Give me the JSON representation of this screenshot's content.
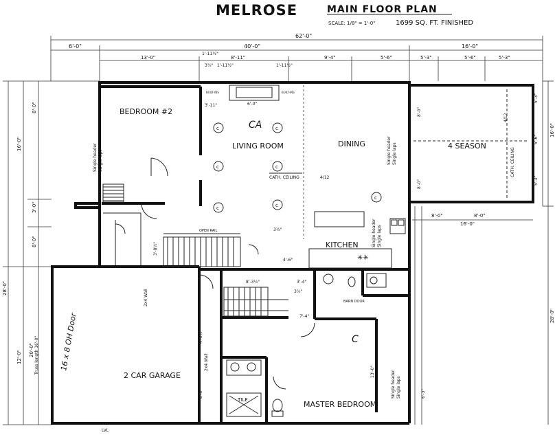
{
  "header": {
    "name": "MELROSE",
    "plan_title": "MAIN FLOOR PLAN",
    "scale": "SCALE: 1/8\" = 1'-0\"",
    "area": "1699 SQ. FT. FINISHED"
  },
  "dimensions": {
    "overall_width": "62'-0\"",
    "main_width": "40'-0\"",
    "side_width": "16'-0\"",
    "left_offset": "6'-0\"",
    "seg_13_0": "13'-0\"",
    "seg_1_11_a": "1'-11½\"",
    "seg_8_11": "8'-11\"",
    "seg_9_4": "9'-4\"",
    "seg_5_6": "5'-6\"",
    "seg_5_3": "5'-3\"",
    "seg_5_6b": "5'-6\"",
    "seg_5_3b": "5'-3\"",
    "seg_3_1_2": "3½\"",
    "seg_1_11_b": "1'-11½\"",
    "seg_1_11_c": "1'-11½\"",
    "seg_3_11": "3'-11\"",
    "seg_6_0": "6'-0\"",
    "right_16": "16'-0\"",
    "right_28": "28'-0\"",
    "left_28": "28'-0\"",
    "left_16": "16'-0\"",
    "left_8_a": "8'-0\"",
    "left_8_b": "8'-0\"",
    "left_3_0": "3'-0\"",
    "left_12_0": "12'-0\"",
    "garage_20": "20'-0\"",
    "truss_length": "Truss length 16'-0\"",
    "season_8a": "8'-0\"",
    "season_8b": "8'-0\"",
    "season_16": "16'-0\"",
    "season_5_3": "5'-3\"",
    "season_5_6": "5'-6\"",
    "season_5_3b": "5'-3\"",
    "season_8_0": "8'-0\"",
    "season_8_0b": "8'-0\"",
    "stair_4_6": "4'-6\"",
    "stair_3_8": "3'-8½\"",
    "stair_3_1_2": "3½\"",
    "hall_8_3": "8'-3½\"",
    "hall_3_4": "3'-4\"",
    "hall_7_4": "7'-4\"",
    "bath_3_1_2": "3½\"",
    "master_13": "13'-0\"",
    "master_6_3": "6'-3\"",
    "garage_4_6": "4'-6½\"",
    "garage_8_0": "8'-0\""
  },
  "rooms": {
    "bedroom2": "BEDROOM #2",
    "living": "LIVING ROOM",
    "dining": "DINING",
    "season": "4 SEASON",
    "kitchen": "KITCHEN",
    "garage": "2 CAR GARAGE",
    "master": "MASTER BEDROOM"
  },
  "notes": {
    "cath_ceiling": "CATH. CEILING",
    "pitch": "4/12",
    "season_cath": "CATH. CEILING",
    "season_pitch": "4/12",
    "single_header_a": "Single header",
    "single_laps_a": "Single laps",
    "single_header_b": "Single header",
    "single_laps_b": "Single laps",
    "single_header_c": "Single header",
    "single_laps_c": "Single laps",
    "single_header_d": "Single header",
    "single_laps_d": "Single laps",
    "open_rail": "OPEN RAIL",
    "wall_2x4_a": "2x4 Wall",
    "wall_2x4_b": "2x4 Wall",
    "barn_door": "BARN DOOR",
    "garage_door": "16 x 8 OH Door",
    "builtins_a": "BUILT-INS",
    "builtins_b": "BUILT-INS",
    "ca": "CA",
    "c_mark": "C",
    "tile": "TILE",
    "lvl": "LVL"
  }
}
